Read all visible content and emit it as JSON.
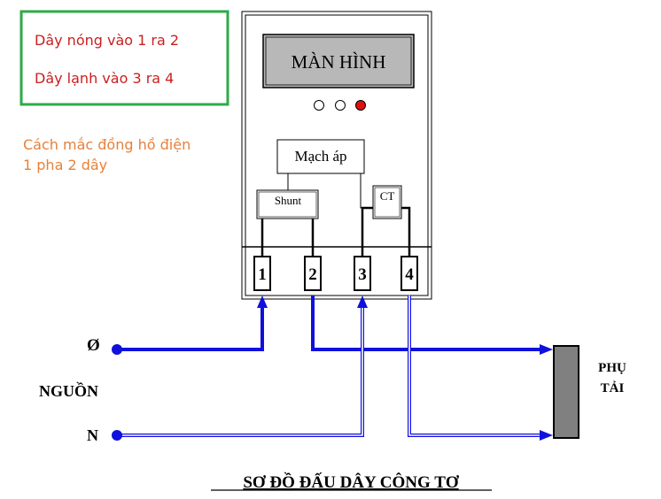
{
  "legend": {
    "line1": "Dây nóng vào 1 ra 2",
    "line2": "Dây lạnh vào 3 ra 4"
  },
  "caption": {
    "line1": "Cách mắc đồng hồ điện",
    "line2": "1 pha 2 dây"
  },
  "meter": {
    "display_label": "MÀN HÌNH",
    "voltage_circuit_label": "Mạch áp",
    "shunt_label": "Shunt",
    "ct_label": "CT",
    "terminals": [
      "1",
      "2",
      "3",
      "4"
    ]
  },
  "source": {
    "phase_label": "Ø",
    "label": "NGUỒN",
    "neutral_label": "N"
  },
  "load": {
    "line1": "PHỤ",
    "line2": "TẢI"
  },
  "title": "SƠ ĐỒ ĐẤU DÂY CÔNG TƠ",
  "colors": {
    "legend_border": "#2eaa48",
    "legend_text": "#cc1f1f",
    "caption_text": "#e8803a",
    "wire": "#1010dd",
    "display_fill": "#b8b8b8",
    "load_fill": "#808080",
    "indicator_red": "#dd1111"
  }
}
